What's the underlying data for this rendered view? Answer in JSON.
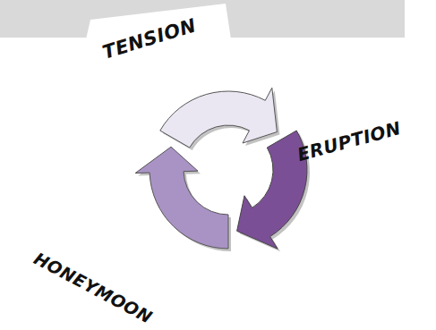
{
  "diagram": {
    "labels": [
      "TENSION",
      "ERUPTION",
      "HONEYMOON"
    ]
  }
}
